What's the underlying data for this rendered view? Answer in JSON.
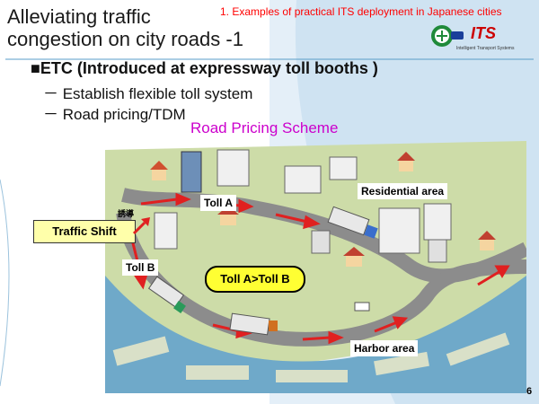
{
  "title_line1": "Alleviating traffic",
  "title_line2": "congestion on city roads -1",
  "subtitle": "1. Examples of practical ITS deployment in Japanese cities",
  "logo": {
    "text": "ITS",
    "tagline": "Intelligent Transport Systems",
    "color": "#cc0000"
  },
  "main_bullet": "■ETC (Introduced at expressway toll booths )",
  "sub_bullets": [
    "－ Establish flexible toll system",
    "－ Road pricing/TDM"
  ],
  "scheme_title": "Road Pricing Scheme",
  "labels": {
    "toll_a": "Toll A",
    "toll_b": "Toll B",
    "residential": "Residential area",
    "harbor": "Harbor area",
    "traffic_shift": "Traffic Shift",
    "comparison": "Toll A>Toll B",
    "kanji": "誘導"
  },
  "page_number": "6",
  "colors": {
    "accent": "#cc00cc",
    "subtitle": "#ff0000",
    "ground": "#c9d9a8",
    "water": "#6fa9c9",
    "road": "#8c8c8c",
    "arrow": "#e02020",
    "sky_bg": "#d6e8f5"
  }
}
